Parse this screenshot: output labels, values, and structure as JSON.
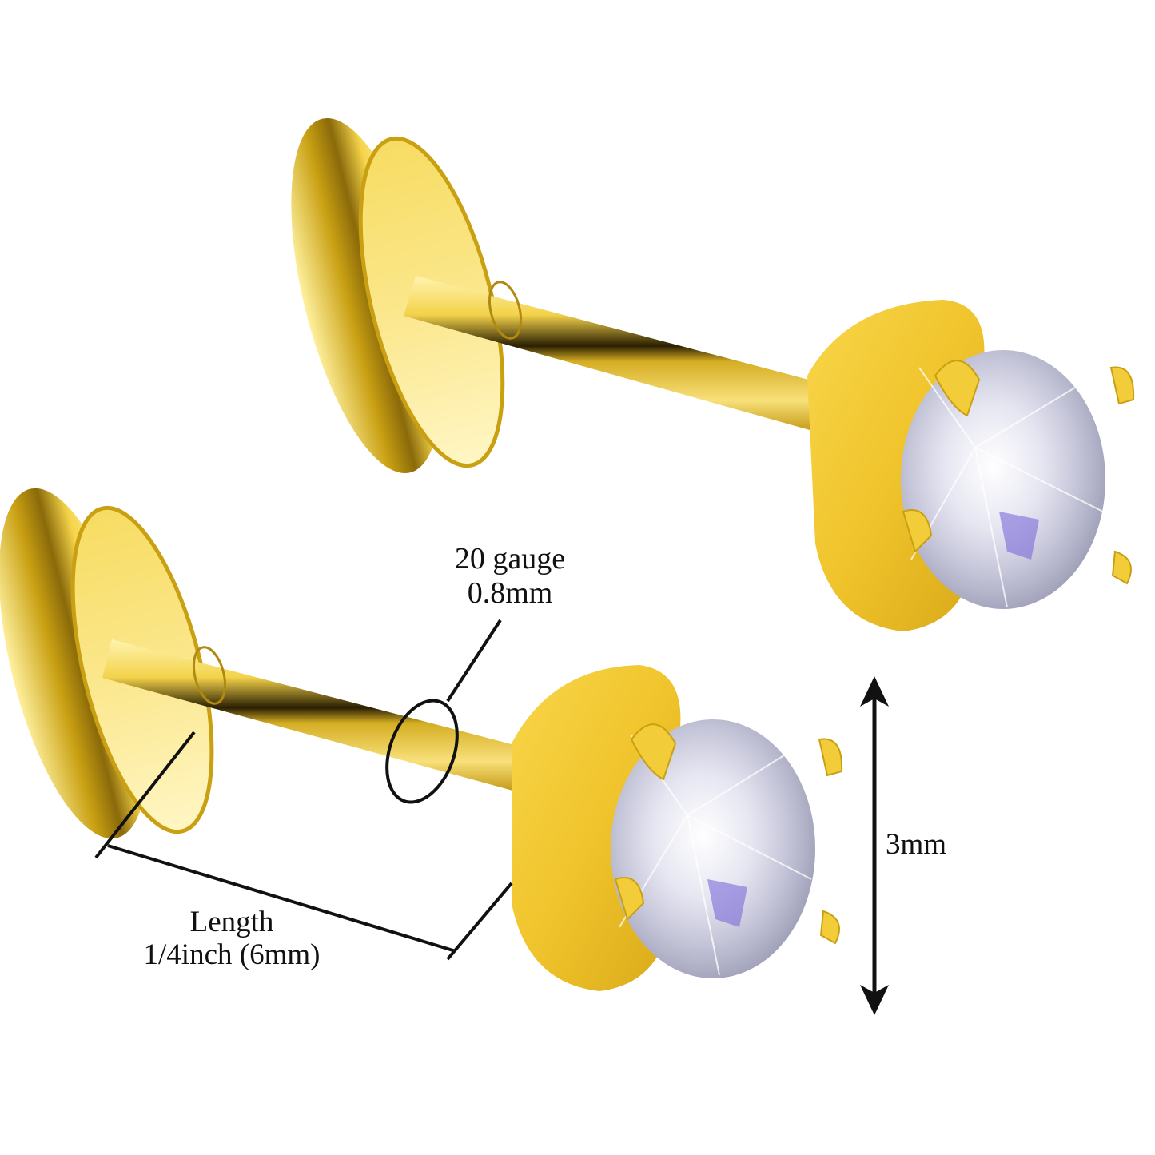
{
  "image": {
    "subject": "Pair of gold-tone flat-back stud earrings with prong-set clear round gem",
    "background": "#ffffff"
  },
  "colors": {
    "gold_light": "#fff3a8",
    "gold_mid": "#f5d44a",
    "gold_dark": "#c9a012",
    "gold_shadow": "#6b5208",
    "gem_light": "#f4f4ff",
    "gem_mid": "#c8c8dc",
    "gem_accent": "#7a6ad8",
    "annotation": "#111111"
  },
  "annotations": {
    "gauge": {
      "line1": "20 gauge",
      "line2": "0.8mm"
    },
    "length": {
      "line1": "Length",
      "line2": "1/4inch (6mm)"
    },
    "height": {
      "label": "3mm"
    }
  },
  "icons": {
    "height_arrow": "double-headed-vertical-arrow",
    "gauge_marker": "ellipse-ring-callout",
    "length_bracket": "dimension-bracket-line"
  }
}
